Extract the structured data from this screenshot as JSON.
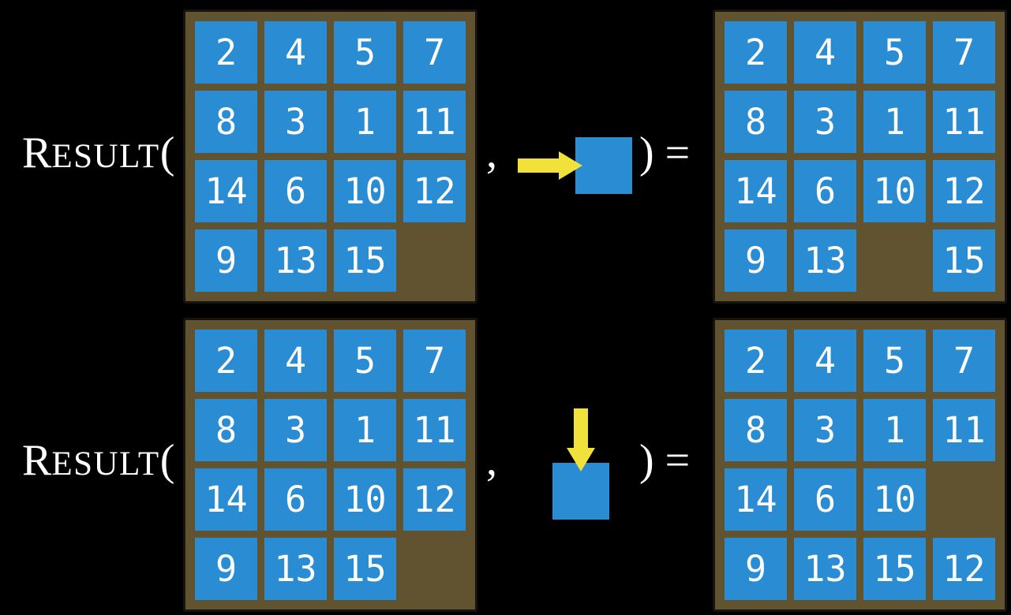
{
  "colors": {
    "background": "#000000",
    "board": "#615230",
    "tile": "#2a8cd2",
    "tile_text": "#ffffff",
    "arrow": "#f0e13b",
    "formula_text": "#ffffff"
  },
  "rows": [
    {
      "label": {
        "initial": "R",
        "small_caps": "ESULT",
        "open_paren": "("
      },
      "comma": ",",
      "close_equals": ") =",
      "action": {
        "icon": "move-blank-right-icon",
        "direction": "right"
      },
      "input_board": {
        "grid": [
          [
            "2",
            "4",
            "5",
            "7"
          ],
          [
            "8",
            "3",
            "1",
            "11"
          ],
          [
            "14",
            "6",
            "10",
            "12"
          ],
          [
            "9",
            "13",
            "15",
            ""
          ]
        ]
      },
      "result_board": {
        "grid": [
          [
            "2",
            "4",
            "5",
            "7"
          ],
          [
            "8",
            "3",
            "1",
            "11"
          ],
          [
            "14",
            "6",
            "10",
            "12"
          ],
          [
            "9",
            "13",
            "",
            "15"
          ]
        ]
      }
    },
    {
      "label": {
        "initial": "R",
        "small_caps": "ESULT",
        "open_paren": "("
      },
      "comma": ",",
      "close_equals": ") =",
      "action": {
        "icon": "move-blank-down-icon",
        "direction": "down"
      },
      "input_board": {
        "grid": [
          [
            "2",
            "4",
            "5",
            "7"
          ],
          [
            "8",
            "3",
            "1",
            "11"
          ],
          [
            "14",
            "6",
            "10",
            "12"
          ],
          [
            "9",
            "13",
            "15",
            ""
          ]
        ]
      },
      "result_board": {
        "grid": [
          [
            "2",
            "4",
            "5",
            "7"
          ],
          [
            "8",
            "3",
            "1",
            "11"
          ],
          [
            "14",
            "6",
            "10",
            ""
          ],
          [
            "9",
            "13",
            "15",
            "12"
          ]
        ]
      }
    }
  ]
}
